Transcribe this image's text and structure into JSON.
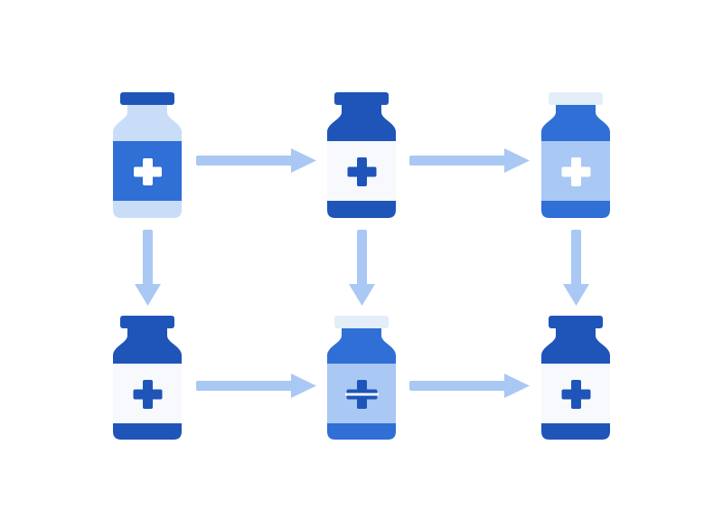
{
  "diagram": {
    "type": "flow-grid",
    "palette": {
      "background": "#ffffff",
      "blue_dark": "#1f55b8",
      "blue_mid": "#2f6fd6",
      "blue_light": "#a9c8f3",
      "blue_lighter": "#c9ddf8",
      "label_white": "#f7f9fc",
      "arrow": "#a9c8f3"
    },
    "nodes": [
      {
        "id": "bottle-r1c1",
        "icon": "medicine-bottle-icon",
        "style": "light-body-dark-label"
      },
      {
        "id": "bottle-r1c2",
        "icon": "medicine-bottle-icon",
        "style": "dark-body-white-label"
      },
      {
        "id": "bottle-r1c3",
        "icon": "medicine-bottle-icon",
        "style": "mid-body-light-label-pale-cap"
      },
      {
        "id": "bottle-r2c1",
        "icon": "medicine-bottle-icon",
        "style": "dark-body-white-label"
      },
      {
        "id": "bottle-r2c2",
        "icon": "medicine-bottle-icon",
        "style": "mid-body-light-label-pale-cap"
      },
      {
        "id": "bottle-r2c3",
        "icon": "medicine-bottle-icon",
        "style": "dark-body-white-label"
      }
    ],
    "edges": [
      {
        "from": "bottle-r1c1",
        "to": "bottle-r1c2",
        "direction": "right"
      },
      {
        "from": "bottle-r1c2",
        "to": "bottle-r1c3",
        "direction": "right"
      },
      {
        "from": "bottle-r2c1",
        "to": "bottle-r2c2",
        "direction": "right"
      },
      {
        "from": "bottle-r2c2",
        "to": "bottle-r2c3",
        "direction": "right"
      },
      {
        "from": "bottle-r1c1",
        "to": "bottle-r2c1",
        "direction": "down"
      },
      {
        "from": "bottle-r1c2",
        "to": "bottle-r2c2",
        "direction": "down"
      },
      {
        "from": "bottle-r1c3",
        "to": "bottle-r2c3",
        "direction": "down"
      }
    ]
  }
}
